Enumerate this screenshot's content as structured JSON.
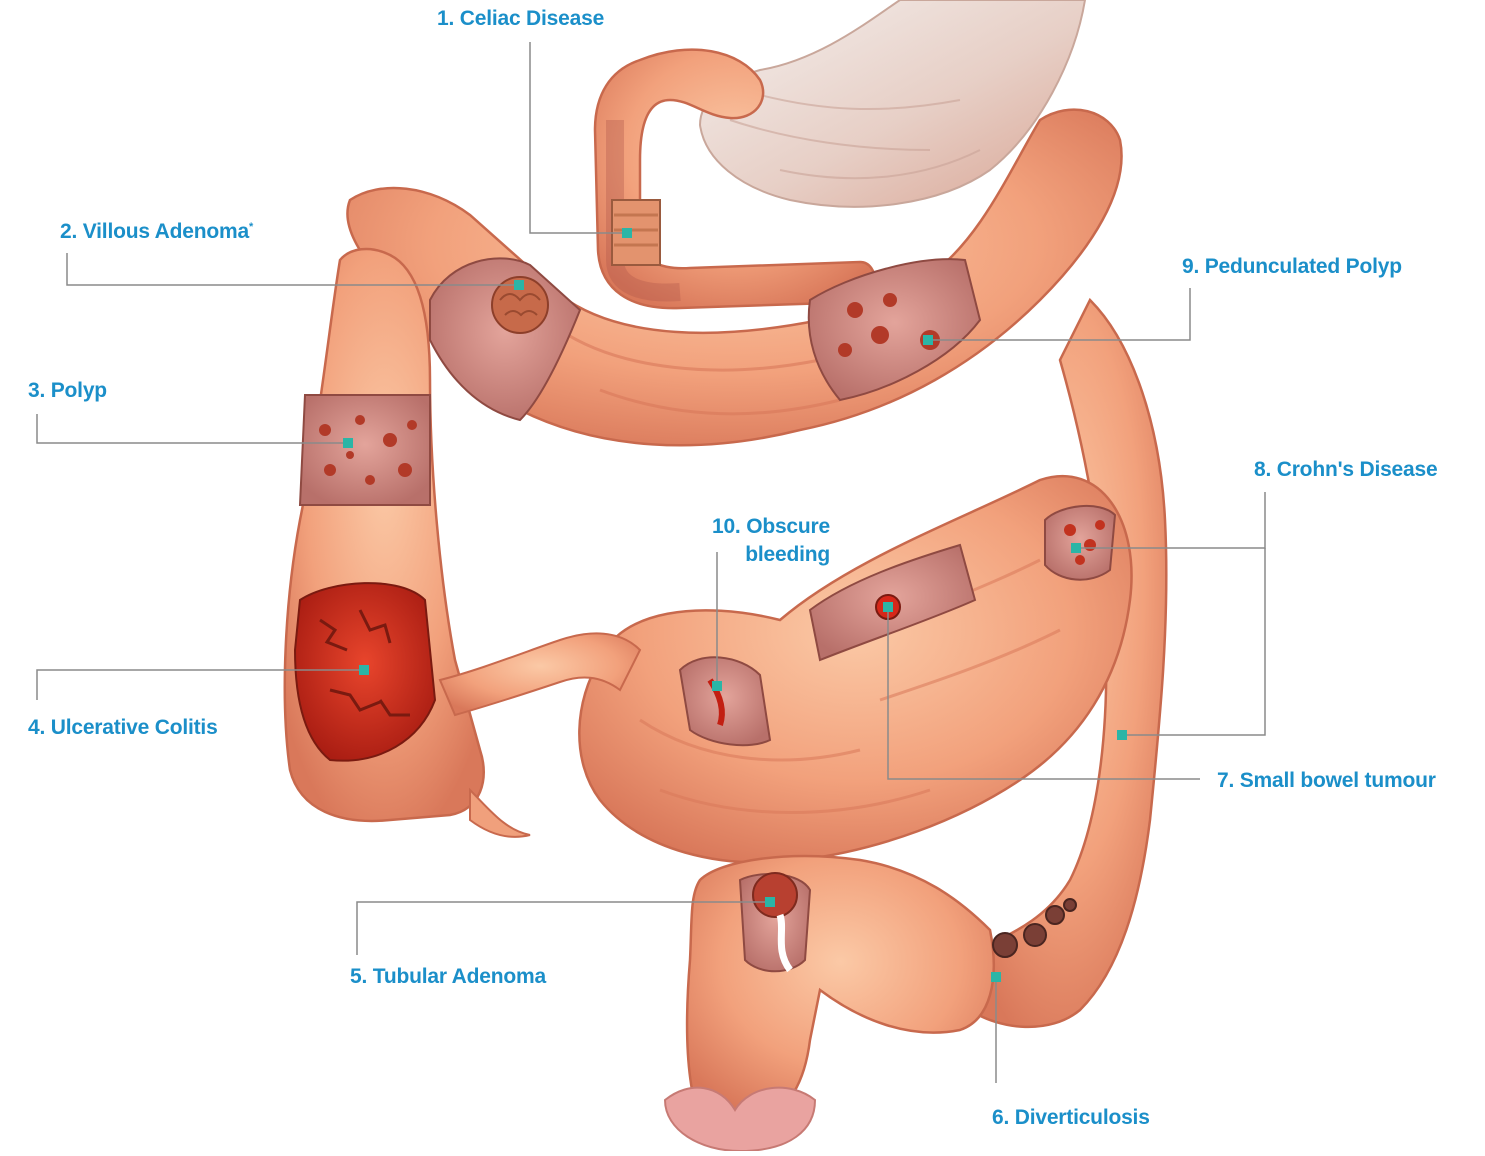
{
  "colors": {
    "label": "#1b8fc9",
    "leader": "#8a8a8a",
    "marker": "#2bb5a6",
    "tissue": "#f2a17c",
    "tissue_dark": "#d9785a",
    "mucosa": "#c9807a",
    "inflamed": "#c62a1a"
  },
  "labels": {
    "celiac": "1. Celiac Disease",
    "villous": "2. Villous Adenoma",
    "villous_note": "*",
    "polyp": "3. Polyp",
    "colitis": "4. Ulcerative Colitis",
    "tubular": "5. Tubular Adenoma",
    "diverticulosis": "6. Diverticulosis",
    "tumour": "7. Small bowel tumour",
    "crohns": "8. Crohn's Disease",
    "pedunculated": "9. Pedunculated Polyp",
    "obscure_1": "10. Obscure",
    "obscure_2": "bleeding"
  }
}
